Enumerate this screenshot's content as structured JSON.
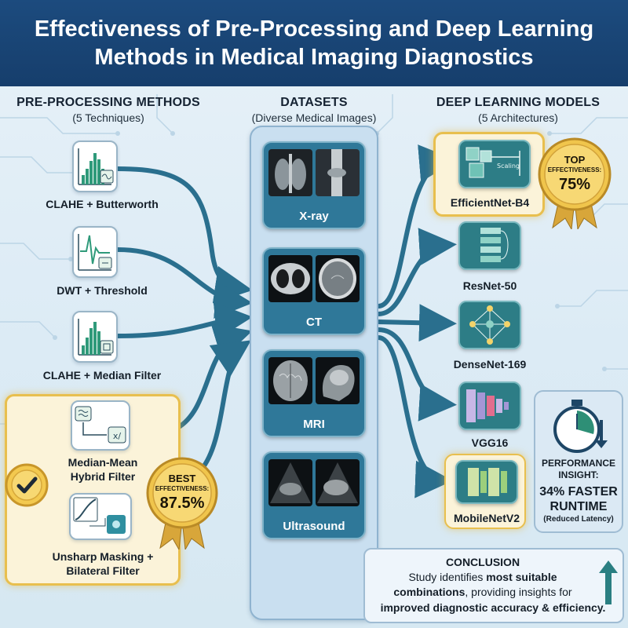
{
  "title": "Effectiveness of Pre-Processing and Deep Learning Methods in Medical Imaging Diagnostics",
  "preprocessing": {
    "heading": "PRE-PROCESSING METHODS",
    "subheading": "(5 Techniques)",
    "methods": [
      {
        "label": "CLAHE + Butterworth"
      },
      {
        "label": "DWT + Threshold"
      },
      {
        "label": "CLAHE + Median Filter"
      },
      {
        "label_line1": "Median-Mean",
        "label_line2": "Hybrid Filter"
      },
      {
        "label_line1": "Unsharp Masking +",
        "label_line2": "Bilateral Filter"
      }
    ],
    "best_badge": {
      "line1": "BEST",
      "line2": "EFFECTIVENESS:",
      "value": "87.5%"
    }
  },
  "datasets": {
    "heading": "DATASETS",
    "subheading": "(Diverse Medical Images)",
    "items": [
      "X-ray",
      "CT",
      "MRI",
      "Ultrasound"
    ]
  },
  "models": {
    "heading": "DEEP LEARNING MODELS",
    "subheading": "(5 Architectures)",
    "items": [
      "EfficientNet-B4",
      "ResNet-50",
      "DenseNet-169",
      "VGG16",
      "MobileNetV2"
    ],
    "scaling_text": "Scaling",
    "top_badge": {
      "line1": "TOP",
      "line2": "EFFECTIVENESS:",
      "value": "75%"
    }
  },
  "performance": {
    "heading_line1": "PERFORMANCE",
    "heading_line2": "INSIGHT:",
    "value_line1": "34% FASTER",
    "value_line2": "RUNTIME",
    "note": "(Reduced Latency)"
  },
  "conclusion": {
    "heading": "CONCLUSION",
    "line1": "Study identifies",
    "line1_bold": "most suitable",
    "line2_bold": "combinations",
    "line2": ", providing insights for",
    "line3": "improved diagnostic accuracy & efficiency."
  },
  "colors": {
    "header_bg": "#1c4b7e",
    "arrow": "#2a6f8e",
    "gold": "#e8bf4e",
    "dataset_card": "#2f7899",
    "model_card": "#2d7d86"
  }
}
